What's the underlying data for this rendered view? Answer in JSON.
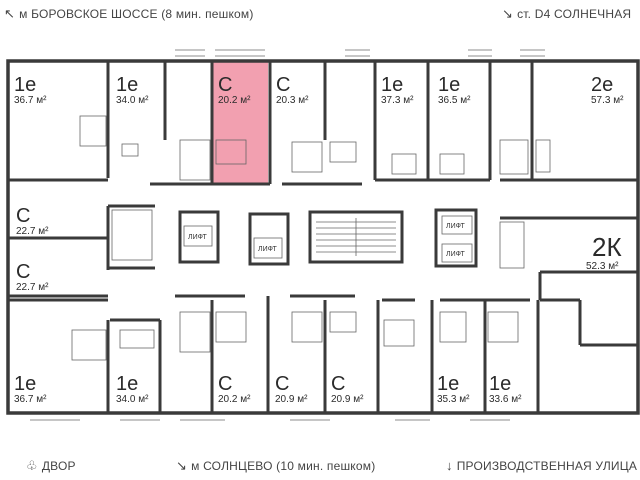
{
  "directions": {
    "top_left": "м БОРОВСКОЕ ШОССЕ (8 мин. пешком)",
    "top_right": "ст. D4 СОЛНЕЧНАЯ",
    "bottom_left": "ДВОР",
    "bottom_center": "м СОЛНЦЕВО (10 мин. пешком)",
    "bottom_right": "ПРОИЗВОДСТВЕННАЯ УЛИЦА"
  },
  "highlight_color": "#f2a0b0",
  "lift_label": "ЛИФТ",
  "units": [
    {
      "id": "u1",
      "type": "1е",
      "area": "36.7 м²",
      "highlighted": false
    },
    {
      "id": "u2",
      "type": "1е",
      "area": "34.0 м²",
      "highlighted": false
    },
    {
      "id": "u3",
      "type": "С",
      "area": "20.2 м²",
      "highlighted": true
    },
    {
      "id": "u4",
      "type": "С",
      "area": "20.3 м²",
      "highlighted": false
    },
    {
      "id": "u5",
      "type": "1е",
      "area": "37.3 м²",
      "highlighted": false
    },
    {
      "id": "u6",
      "type": "1е",
      "area": "36.5 м²",
      "highlighted": false
    },
    {
      "id": "u7",
      "type": "2е",
      "area": "57.3 м²",
      "highlighted": false
    },
    {
      "id": "u8",
      "type": "С",
      "area": "22.7 м²",
      "highlighted": false
    },
    {
      "id": "u9",
      "type": "С",
      "area": "22.7 м²",
      "highlighted": false
    },
    {
      "id": "u10",
      "type": "2К",
      "area": "52.3 м²",
      "highlighted": false
    },
    {
      "id": "u11",
      "type": "1е",
      "area": "36.7 м²",
      "highlighted": false
    },
    {
      "id": "u12",
      "type": "1е",
      "area": "34.0 м²",
      "highlighted": false
    },
    {
      "id": "u13",
      "type": "С",
      "area": "20.2 м²",
      "highlighted": false
    },
    {
      "id": "u14",
      "type": "С",
      "area": "20.9 м²",
      "highlighted": false
    },
    {
      "id": "u15",
      "type": "С",
      "area": "20.9 м²",
      "highlighted": false
    },
    {
      "id": "u16",
      "type": "1е",
      "area": "35.3 м²",
      "highlighted": false
    },
    {
      "id": "u17",
      "type": "1е",
      "area": "33.6 м²",
      "highlighted": false
    }
  ]
}
